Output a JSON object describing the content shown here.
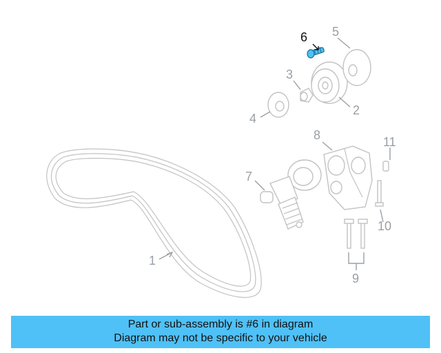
{
  "diagram": {
    "callouts": [
      "1",
      "2",
      "3",
      "4",
      "5",
      "6",
      "7",
      "8",
      "9",
      "10",
      "11"
    ],
    "highlighted_part": "6",
    "highlight_color": "#4fc1f6",
    "part_line_color": "#c2c2c2",
    "callout_color": "#9aa0a6"
  },
  "banner": {
    "line1": "Part or sub-assembly is #6 in diagram",
    "line2": "Diagram may not be specific to your vehicle",
    "background": "#4fc1f6"
  }
}
